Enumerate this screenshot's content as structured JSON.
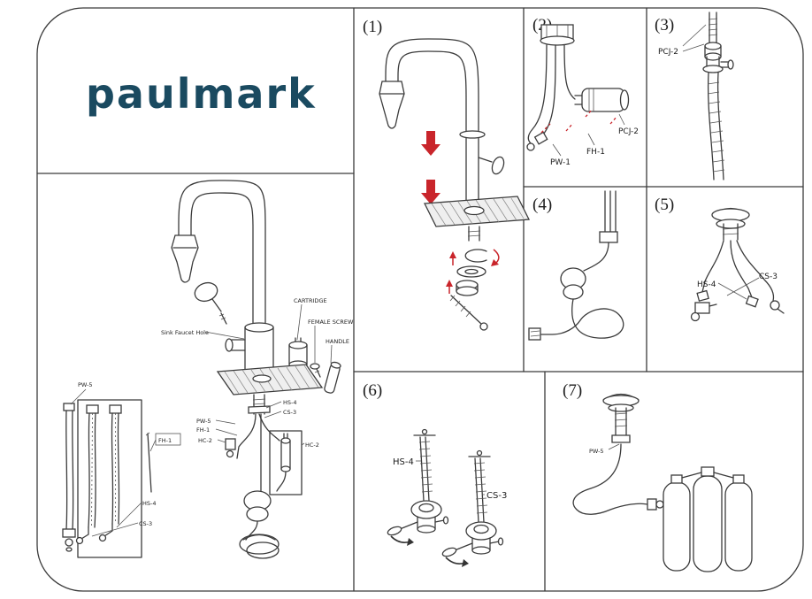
{
  "brand": {
    "logo_text": "paulmark"
  },
  "colors": {
    "brand": "#1a4a60",
    "line": "#3b3b3b",
    "accent_red": "#c9252b"
  },
  "main_diagram": {
    "labels": {
      "sink_faucet_hole": "Sink Faucet Hole",
      "cartridge": "CARTRIDGE",
      "female_screw": "FEMALE SCREW",
      "handle": "HANDLE",
      "pw5_hose": "PW-5",
      "fh1_rod": "FH-1",
      "hs4_hose": "HS-4",
      "cs3_hose": "CS-3",
      "hs4_mid": "HS-4",
      "cs3_mid": "CS-3",
      "pw5_mid": "PW-5",
      "fh1_mid": "FH-1",
      "hc2_left": "HC-2",
      "hc2_right": "HC-2"
    }
  },
  "panels": {
    "p1": {
      "number": "(1)"
    },
    "p2": {
      "number": "(2)",
      "labels": {
        "pw1": "PW-1",
        "fh1": "FH-1",
        "pcj2": "PCJ-2"
      }
    },
    "p3": {
      "number": "(3)",
      "labels": {
        "pcj2": "PCJ-2"
      }
    },
    "p4": {
      "number": "(4)"
    },
    "p5": {
      "number": "(5)",
      "labels": {
        "hs4": "HS-4",
        "cs3": "CS-3"
      }
    },
    "p6": {
      "number": "(6)",
      "labels": {
        "hs4": "HS-4",
        "cs3": "CS-3"
      }
    },
    "p7": {
      "number": "(7)",
      "labels": {
        "pw5": "PW-5"
      }
    }
  }
}
